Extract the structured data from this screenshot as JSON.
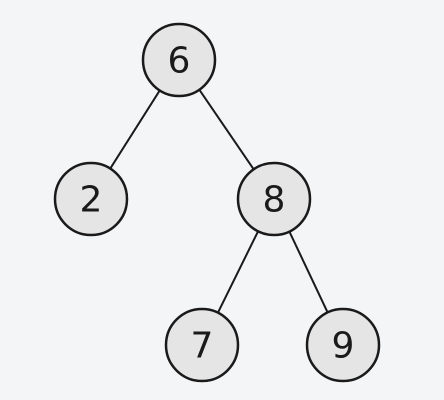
{
  "colors": {
    "background": "#f4f5f7",
    "node_fill": "#e5e5e5",
    "node_stroke": "#1a1a1a",
    "edge": "#1a1a1a",
    "text": "#1a1a1a"
  },
  "tree": {
    "nodes": [
      {
        "id": "n6",
        "label": "6"
      },
      {
        "id": "n2",
        "label": "2"
      },
      {
        "id": "n8",
        "label": "8"
      },
      {
        "id": "n7",
        "label": "7"
      },
      {
        "id": "n9",
        "label": "9"
      }
    ],
    "edges": [
      {
        "from": "n6",
        "to": "n2"
      },
      {
        "from": "n6",
        "to": "n8"
      },
      {
        "from": "n8",
        "to": "n7"
      },
      {
        "from": "n8",
        "to": "n9"
      }
    ]
  }
}
